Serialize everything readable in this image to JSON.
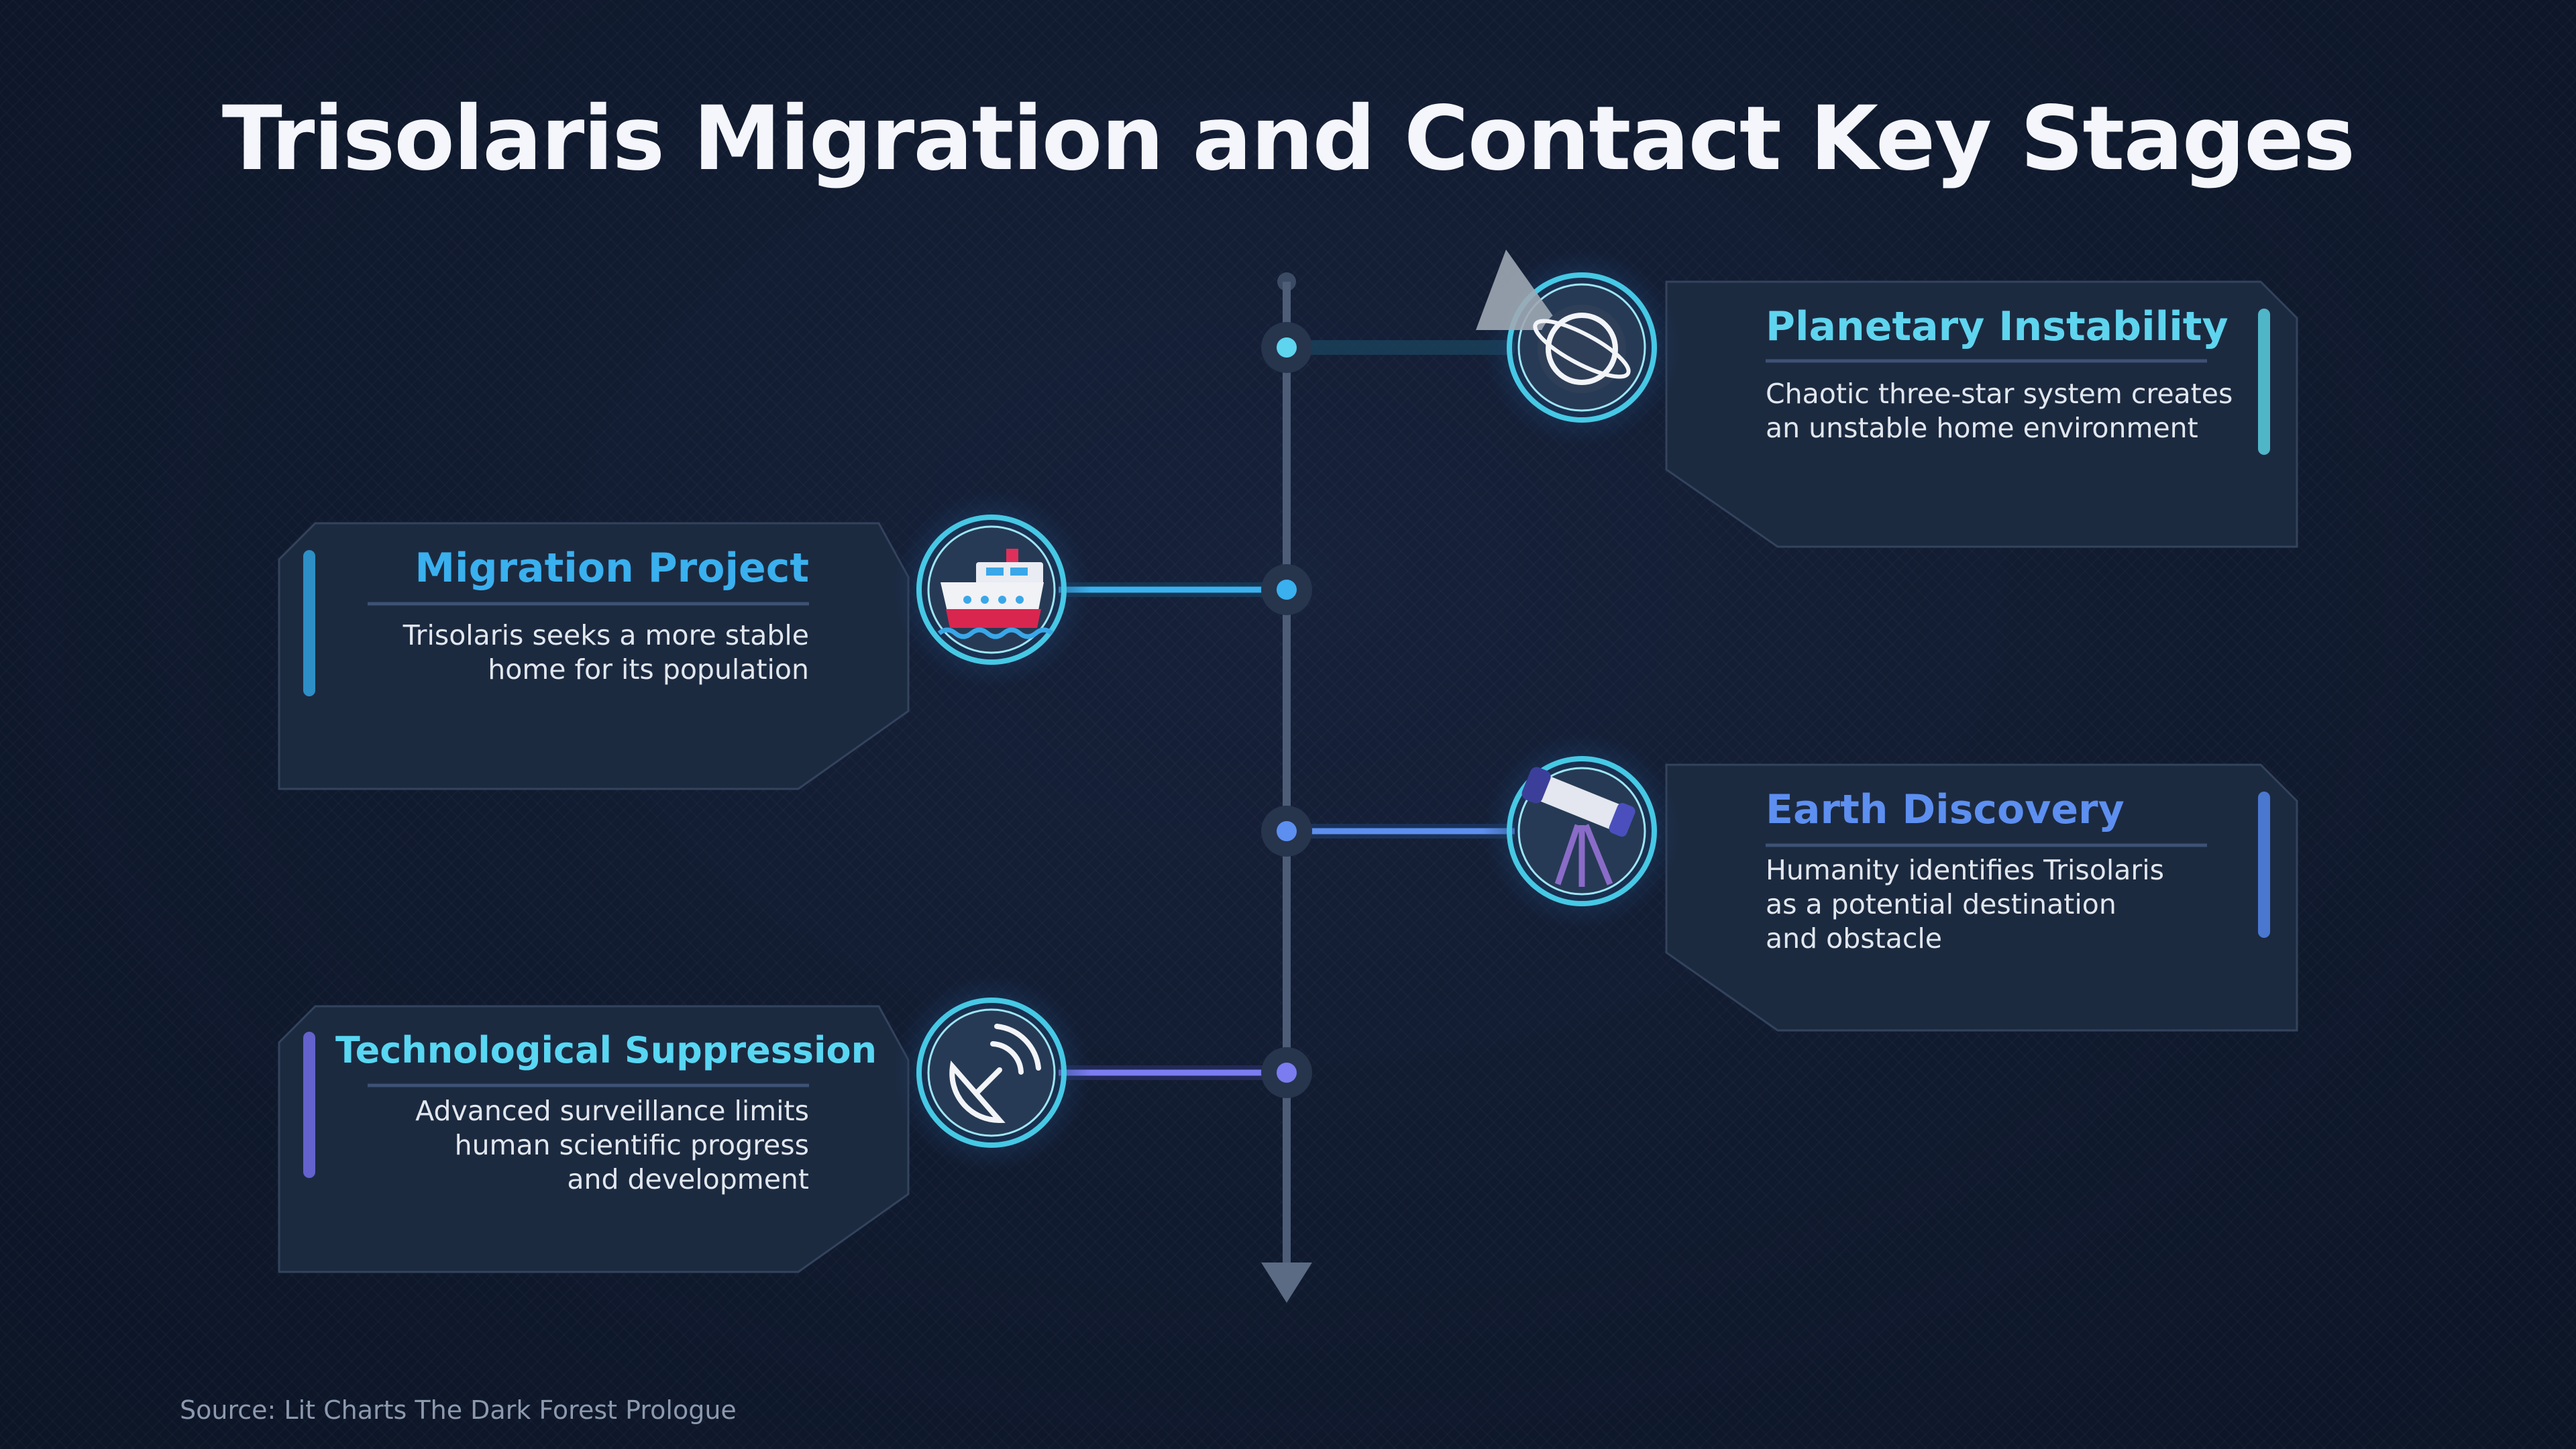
{
  "title": "Trisolaris Migration and Contact Key Stages",
  "source": "Source: Lit Charts The Dark Forest Prologue",
  "stages": [
    {
      "heading": "Planetary Instability",
      "desc_lines": [
        "Chaotic three-star system creates",
        "an unstable home environment"
      ],
      "icon": "planet-icon",
      "accent": "#5fd4ee",
      "bar": "#4fb6c8"
    },
    {
      "heading": "Migration Project",
      "desc_lines": [
        "Trisolaris seeks a more stable",
        "home for its population"
      ],
      "icon": "ship-icon",
      "accent": "#3ab0ee",
      "bar": "#2d8fc6"
    },
    {
      "heading": "Earth Discovery",
      "desc_lines": [
        "Humanity identifies Trisolaris",
        "as a potential destination",
        "and obstacle"
      ],
      "icon": "telescope-icon",
      "accent": "#5d8ff0",
      "bar": "#4a78d0"
    },
    {
      "heading": "Technological Suppression",
      "desc_lines": [
        "Advanced surveillance limits",
        "human scientific progress",
        "and development"
      ],
      "icon": "satellite-dish-icon",
      "accent": "#58d6f2",
      "bar": "#6462cc"
    }
  ]
}
